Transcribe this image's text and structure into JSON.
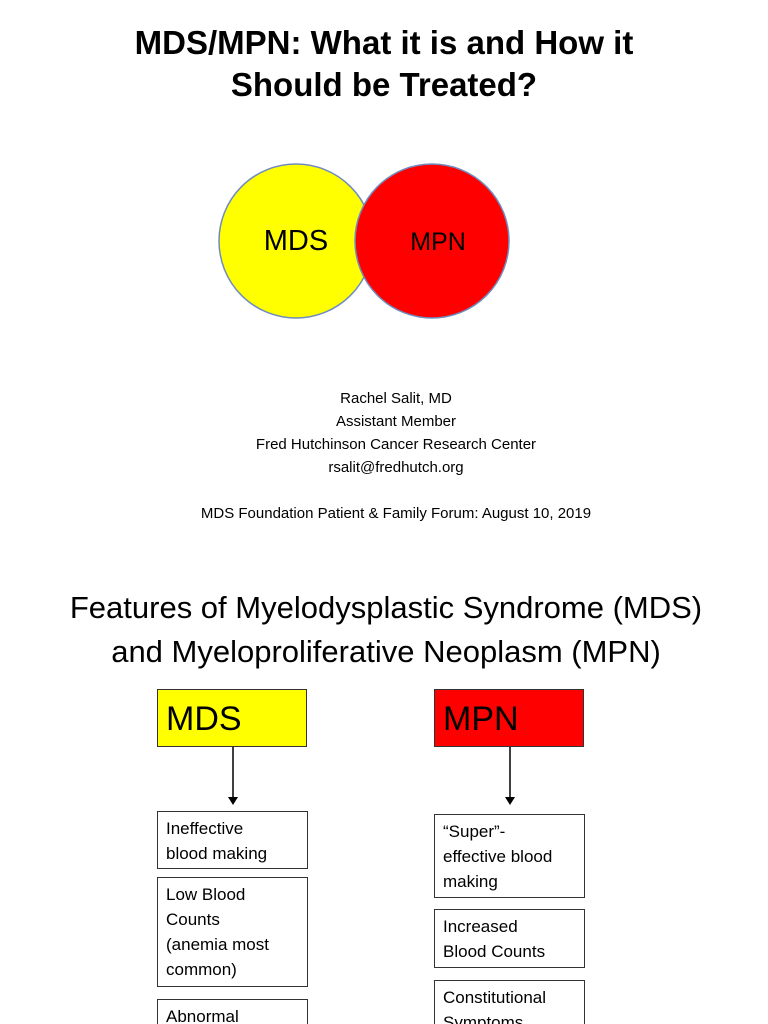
{
  "slide1": {
    "title_line1": "MDS/MPN: What it is and How it",
    "title_line2": "Should be Treated?",
    "venn": {
      "left_label": "MDS",
      "right_label": "MPN",
      "left_color": "#ffff00",
      "right_color": "#ff0000"
    },
    "author": {
      "name": "Rachel Salit, MD",
      "role": "Assistant Member",
      "institution": "Fred Hutchinson Cancer Research Center",
      "email": "rsalit@fredhutch.org"
    },
    "forum": "MDS Foundation Patient & Family Forum: August 10, 2019"
  },
  "slide2": {
    "title_line1": "Features of Myelodysplastic Syndrome (MDS)",
    "title_line2": "and Myeloproliferative Neoplasm (MPN)",
    "mds": {
      "header": "MDS",
      "color": "#ffff00",
      "features": [
        [
          "Ineffective",
          "blood making"
        ],
        [
          "Low Blood",
          "Counts",
          "(anemia most",
          "common)"
        ],
        [
          "Abnormal"
        ]
      ]
    },
    "mpn": {
      "header": "MPN",
      "color": "#ff0000",
      "features": [
        [
          "“Super”-",
          "effective blood",
          "making"
        ],
        [
          "Increased",
          "Blood Counts"
        ],
        [
          "Constitutional",
          "Symptoms"
        ]
      ]
    }
  }
}
